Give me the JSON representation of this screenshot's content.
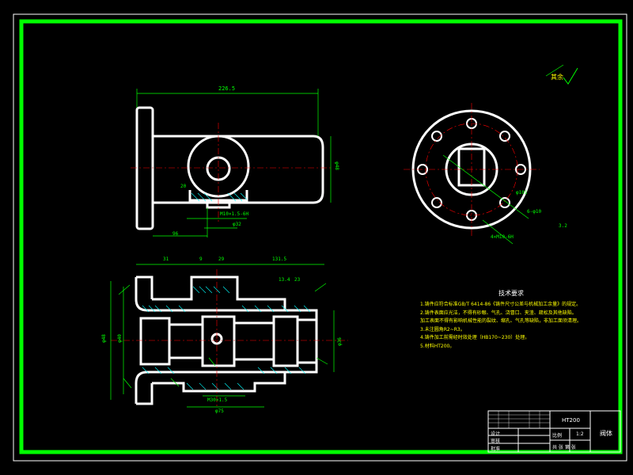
{
  "drawing": {
    "surface_finish_label": "其余",
    "tech_title": "技术要求",
    "tech_notes": [
      "1.铸件应符合标准GB/T 6414-86《铸件尺寸公差与机械加工余量》的规定。",
      "2.铸件表面应光洁，不得有砂眼、气孔、浇冒口、夹渣、疏松及其他缺陷。",
      "加工表面不得有影响机械性能的裂纹、缩孔、气孔等缺陷，非加工面须清理。",
      "3.未注圆角R2~R3。",
      "4.铸件加工前需经时效处理（HB170~230）处理。",
      "5.材料HT200。"
    ],
    "dims": {
      "top_length": "226.5",
      "top_height": "φ48",
      "top_thread": "M10×1.5-6H",
      "top_hole": "φ32",
      "top_bottom": "96",
      "top_small": "20",
      "sec_d1": "31",
      "sec_d2": "9",
      "sec_d3": "29",
      "sec_d4": "131.5",
      "sec_h1": "φ48",
      "sec_h2": "φ40",
      "sec_h3": "φ36",
      "sec_right1": "13.4",
      "sec_right2": "23",
      "sec_bottom": "M30×1.5",
      "sec_bottom2": "φ75",
      "circle_d1": "φ101",
      "circle_d2": "6-φ10",
      "circle_d3": "4×M10-6H",
      "ra": "3.2"
    },
    "title_block": {
      "material": "HT200",
      "part_name": "阀体",
      "scale_label": "比例",
      "scale_value": "1:2",
      "sheet_label": "共 张 第 张",
      "drawn": "设计",
      "checked": "审核",
      "approved": "批准"
    }
  }
}
